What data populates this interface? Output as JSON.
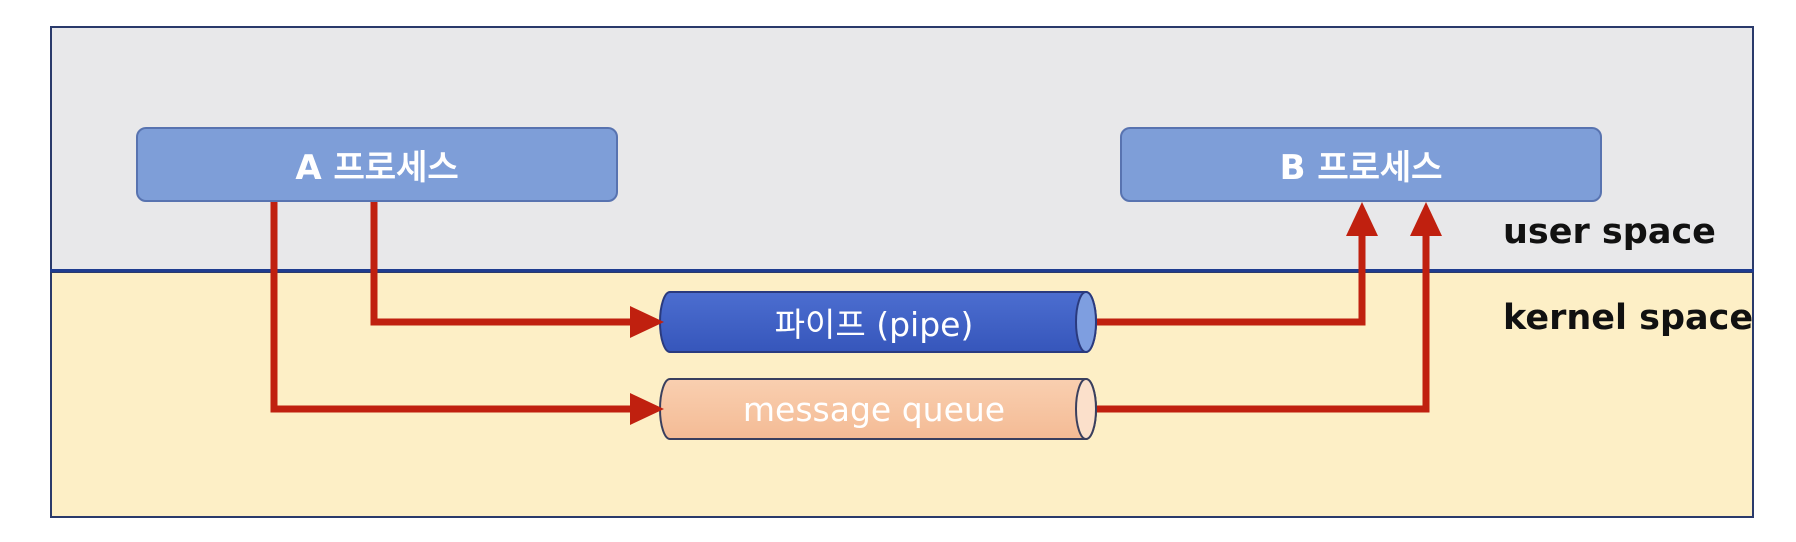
{
  "regions": {
    "user_space_label": "user space",
    "kernel_space_label": "kernel space"
  },
  "processes": {
    "a": "A 프로세스",
    "b": "B 프로세스"
  },
  "channels": {
    "pipe": "파이프 (pipe)",
    "message_queue": "message queue"
  },
  "colors": {
    "user_space_bg": "#e8e8ea",
    "kernel_space_bg": "#fdefc6",
    "process_box": "#7e9ed8",
    "pipe": "#3e5fc4",
    "message_queue": "#f7c5a2",
    "arrow": "#c0200f",
    "border": "#2a3a6b"
  }
}
